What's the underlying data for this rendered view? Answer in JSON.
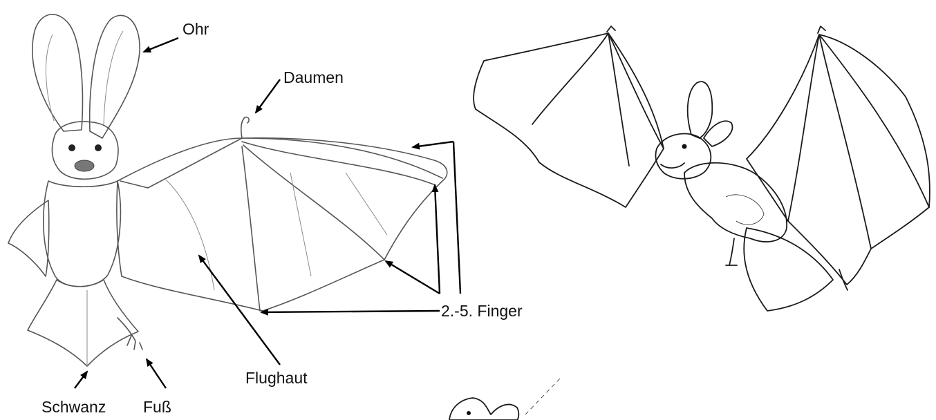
{
  "labels": {
    "ohr": "Ohr",
    "daumen": "Daumen",
    "finger": "2.-5. Finger",
    "flughaut": "Flughaut",
    "schwanz": "Schwanz",
    "fuss": "Fuß"
  },
  "colors": {
    "pencil_shade": "#d9d9d9",
    "pencil_line": "#555555",
    "ink_line": "#1a1a1a",
    "label_text": "#111111",
    "background": "#ffffff"
  }
}
